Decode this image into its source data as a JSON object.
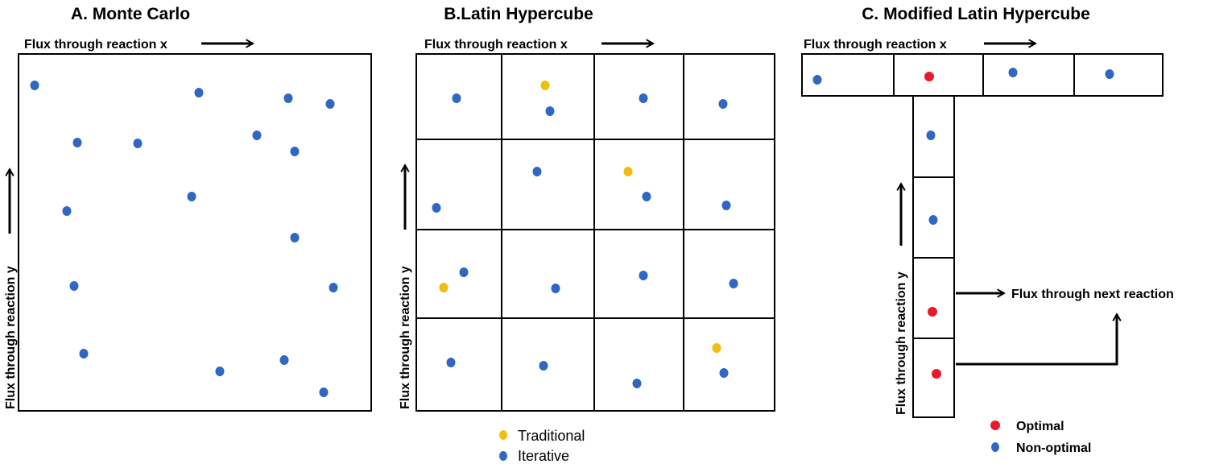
{
  "panels": {
    "a": {
      "title": "A. Monte Carlo",
      "x_axis_label": "Flux through reaction x",
      "y_axis_label": "Flux through reaction y"
    },
    "b": {
      "title": "B.Latin Hypercube",
      "x_axis_label": "Flux through reaction x",
      "y_axis_label": "Flux through reaction y",
      "legend": {
        "traditional": "Traditional",
        "iterative": "Iterative"
      }
    },
    "c": {
      "title": "C. Modified Latin Hypercube",
      "x_axis_label": "Flux through reaction x",
      "y_axis_label": "Flux through reaction y",
      "next_reaction_label": "Flux through next reaction",
      "legend": {
        "optimal": "Optimal",
        "non_optimal": "Non-optimal"
      }
    }
  },
  "colors": {
    "iterative": "#2f67c2",
    "traditional": "#f2bd0e",
    "optimal": "#e8192c"
  }
}
